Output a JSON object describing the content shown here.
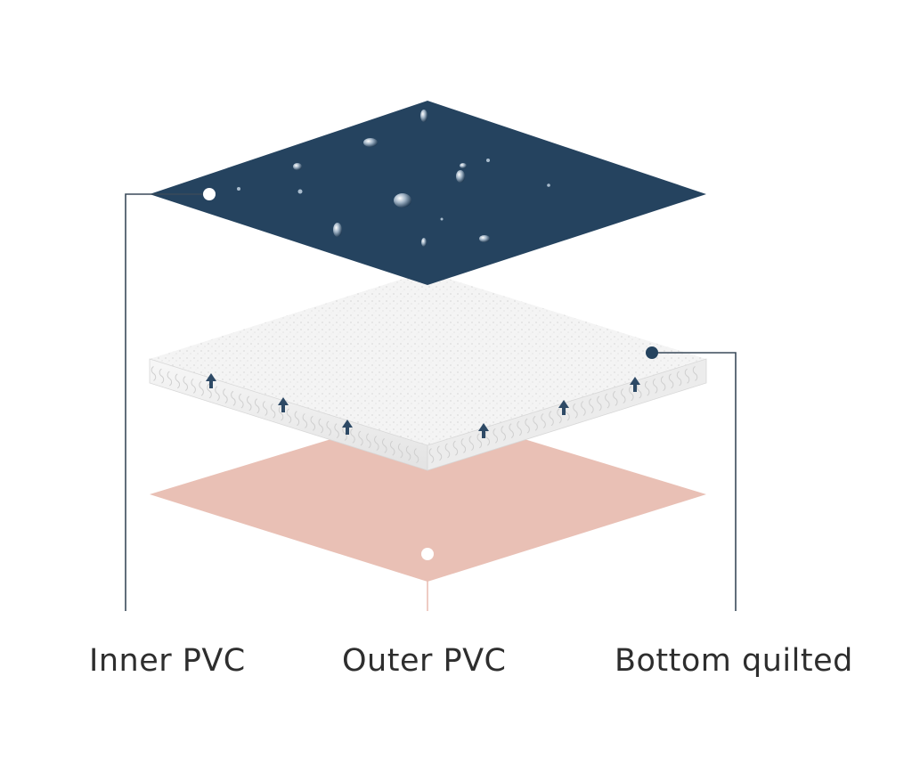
{
  "labels": {
    "inner": "Inner PVC",
    "outer": "Outer PVC",
    "bottom": "Bottom quilted"
  },
  "colors": {
    "top_layer": "#25435f",
    "middle_layer": "#f2f2f2",
    "bottom_layer": "#e9c0b5",
    "connector_line": "#3a4a5a",
    "arrow": "#2e4a66",
    "text": "#2e2e2e"
  },
  "icons": [
    "water-droplet-icon",
    "up-arrow-icon"
  ]
}
